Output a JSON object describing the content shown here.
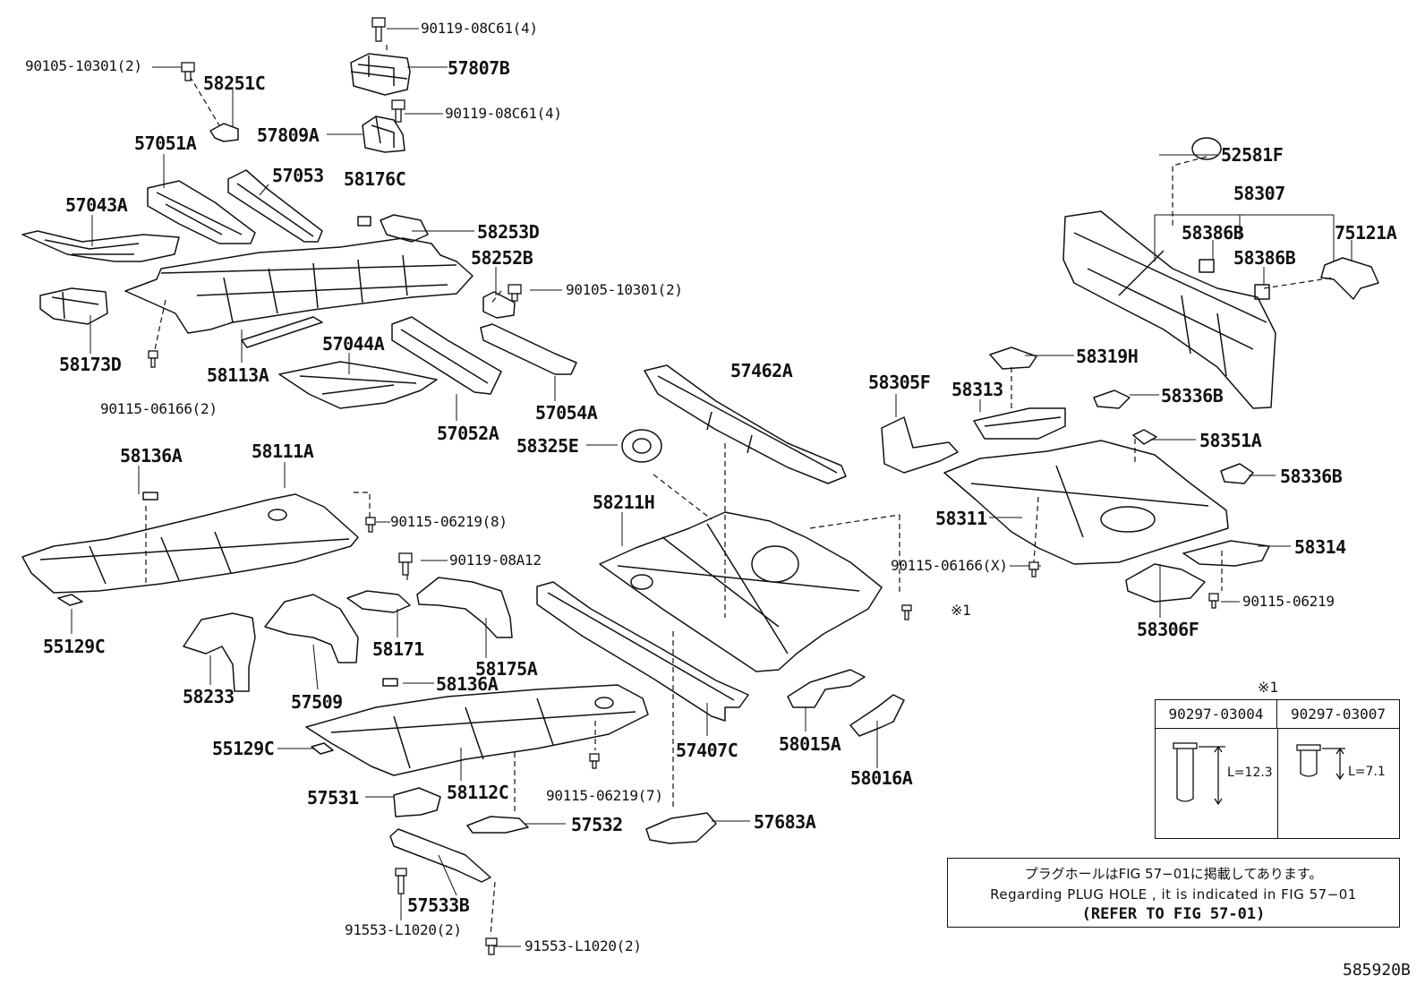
{
  "diagram": {
    "labels": {
      "p90119_08c61_top": "90119-08C61(4)",
      "p90105_10301_left": "90105-10301(2)",
      "p58251c": "58251C",
      "p57807b": "57807B",
      "p90119_08c61_mid": "90119-08C61(4)",
      "p57809a": "57809A",
      "p57051a": "57051A",
      "p57053": "57053",
      "p58176c": "58176C",
      "p57043a": "57043A",
      "p58253d": "58253D",
      "p58252b": "58252B",
      "p90105_10301_right": "90105-10301(2)",
      "p58173d": "58173D",
      "p58113a": "58113A",
      "p57044a": "57044A",
      "p90115_06166_2": "90115-06166(2)",
      "p57054a": "57054A",
      "p57052a": "57052A",
      "p57462a": "57462A",
      "p52581f": "52581F",
      "p58307": "58307",
      "p58386b_a": "58386B",
      "p75121a": "75121A",
      "p58386b_b": "58386B",
      "p58319h": "58319H",
      "p58305f": "58305F",
      "p58313": "58313",
      "p58336b_a": "58336B",
      "p58351a": "58351A",
      "p58336b_b": "58336B",
      "p58325e": "58325E",
      "p58136a_top": "58136A",
      "p58111a": "58111A",
      "p90115_06219_8": "90115-06219(8)",
      "p58211h": "58211H",
      "p58311": "58311",
      "p58314": "58314",
      "p90115_06166_x": "90115-06166(X)",
      "p90119_08a12": "90119-08A12",
      "p90115_06219": "90115-06219",
      "p58306f": "58306F",
      "p55129c_top": "55129C",
      "p58171": "58171",
      "p58175a": "58175A",
      "p58233": "58233",
      "p57509": "57509",
      "p58136a_bot": "58136A",
      "p55129c_bot": "55129C",
      "p57407c": "57407C",
      "p58015a": "58015A",
      "p58016a": "58016A",
      "p57531": "57531",
      "p58112c": "58112C",
      "p90115_06219_7": "90115-06219(7)",
      "p57532": "57532",
      "p57683a": "57683A",
      "p57533b": "57533B",
      "p91553_l1020_left": "91553-L1020(2)",
      "p91553_l1020_right": "91553-L1020(2)",
      "mark1": "※1"
    }
  },
  "footnote": {
    "marker": "※1",
    "col1_part": "90297-03004",
    "col2_part": "90297-03007",
    "col1_length": "L=12.3",
    "col2_length": "L=7.1"
  },
  "notice": {
    "japanese": "プラグホールはFIG 57−01に掲載してあります。",
    "english": "Regarding  PLUG  HOLE , it is indicated in FIG  57−01",
    "reference": "(REFER TO FIG 57-01)"
  },
  "figure_code": "585920B"
}
